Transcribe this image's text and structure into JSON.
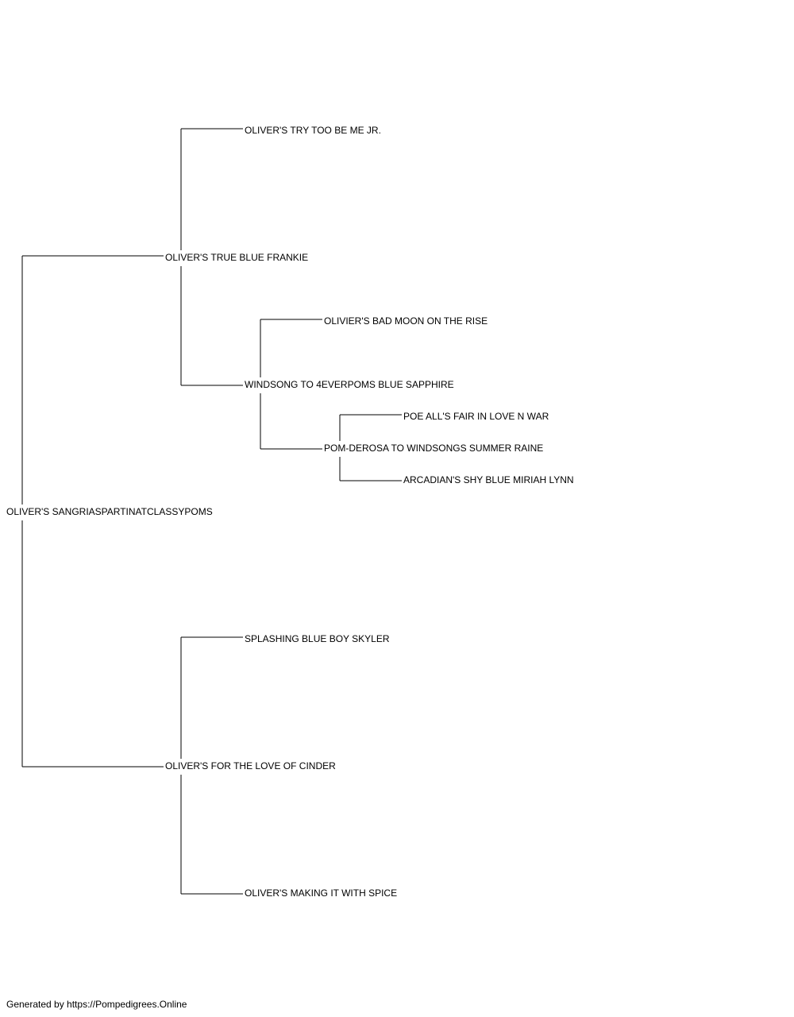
{
  "pedigree": {
    "subject": "OLIVER'S SANGRIASPARTINATCLASSYPOMS",
    "sire": "OLIVER'S TRUE BLUE FRANKIE",
    "sire_sire": "OLIVER'S TRY TOO BE ME JR.",
    "sire_dam": "WINDSONG TO 4EVERPOMS BLUE SAPPHIRE",
    "sire_dam_sire": "OLIVIER'S BAD MOON ON THE RISE",
    "sire_dam_dam": "POM-DEROSA TO WINDSONGS SUMMER RAINE",
    "sire_dam_dam_sire": "POE ALL'S FAIR IN LOVE N WAR",
    "sire_dam_dam_dam": "ARCADIAN'S SHY BLUE MIRIAH LYNN",
    "dam": "OLIVER'S FOR THE LOVE OF CINDER",
    "dam_sire": "SPLASHING BLUE BOY SKYLER",
    "dam_dam": "OLIVER'S MAKING IT WITH SPICE"
  },
  "footer": {
    "text": "Generated by https://Pompedigrees.Online"
  }
}
